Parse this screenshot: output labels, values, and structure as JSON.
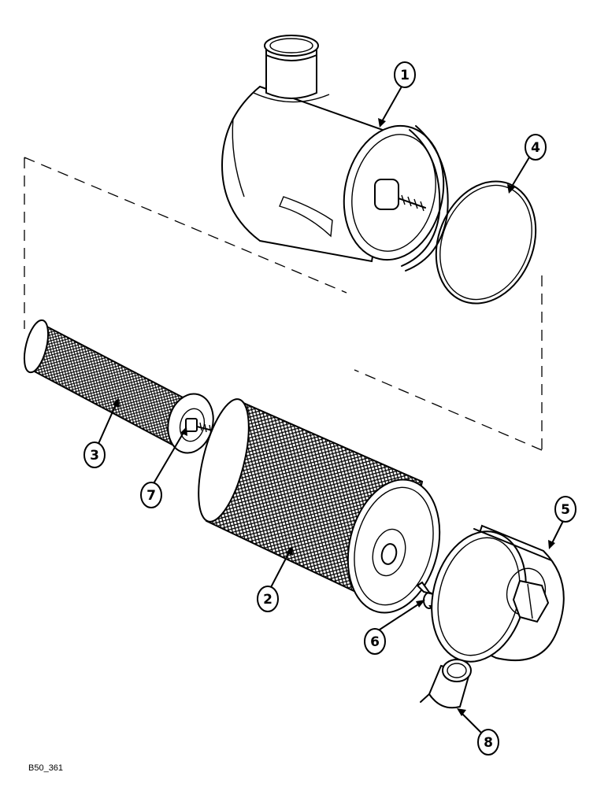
{
  "diagram": {
    "figure_id": "B50_361",
    "callouts": [
      {
        "id": "callout-1",
        "label": "1"
      },
      {
        "id": "callout-2",
        "label": "2"
      },
      {
        "id": "callout-3",
        "label": "3"
      },
      {
        "id": "callout-4",
        "label": "4"
      },
      {
        "id": "callout-5",
        "label": "5"
      },
      {
        "id": "callout-6",
        "label": "6"
      },
      {
        "id": "callout-7",
        "label": "7"
      },
      {
        "id": "callout-8",
        "label": "8"
      }
    ]
  },
  "colors": {
    "ink": "#000000",
    "paper": "#ffffff"
  }
}
